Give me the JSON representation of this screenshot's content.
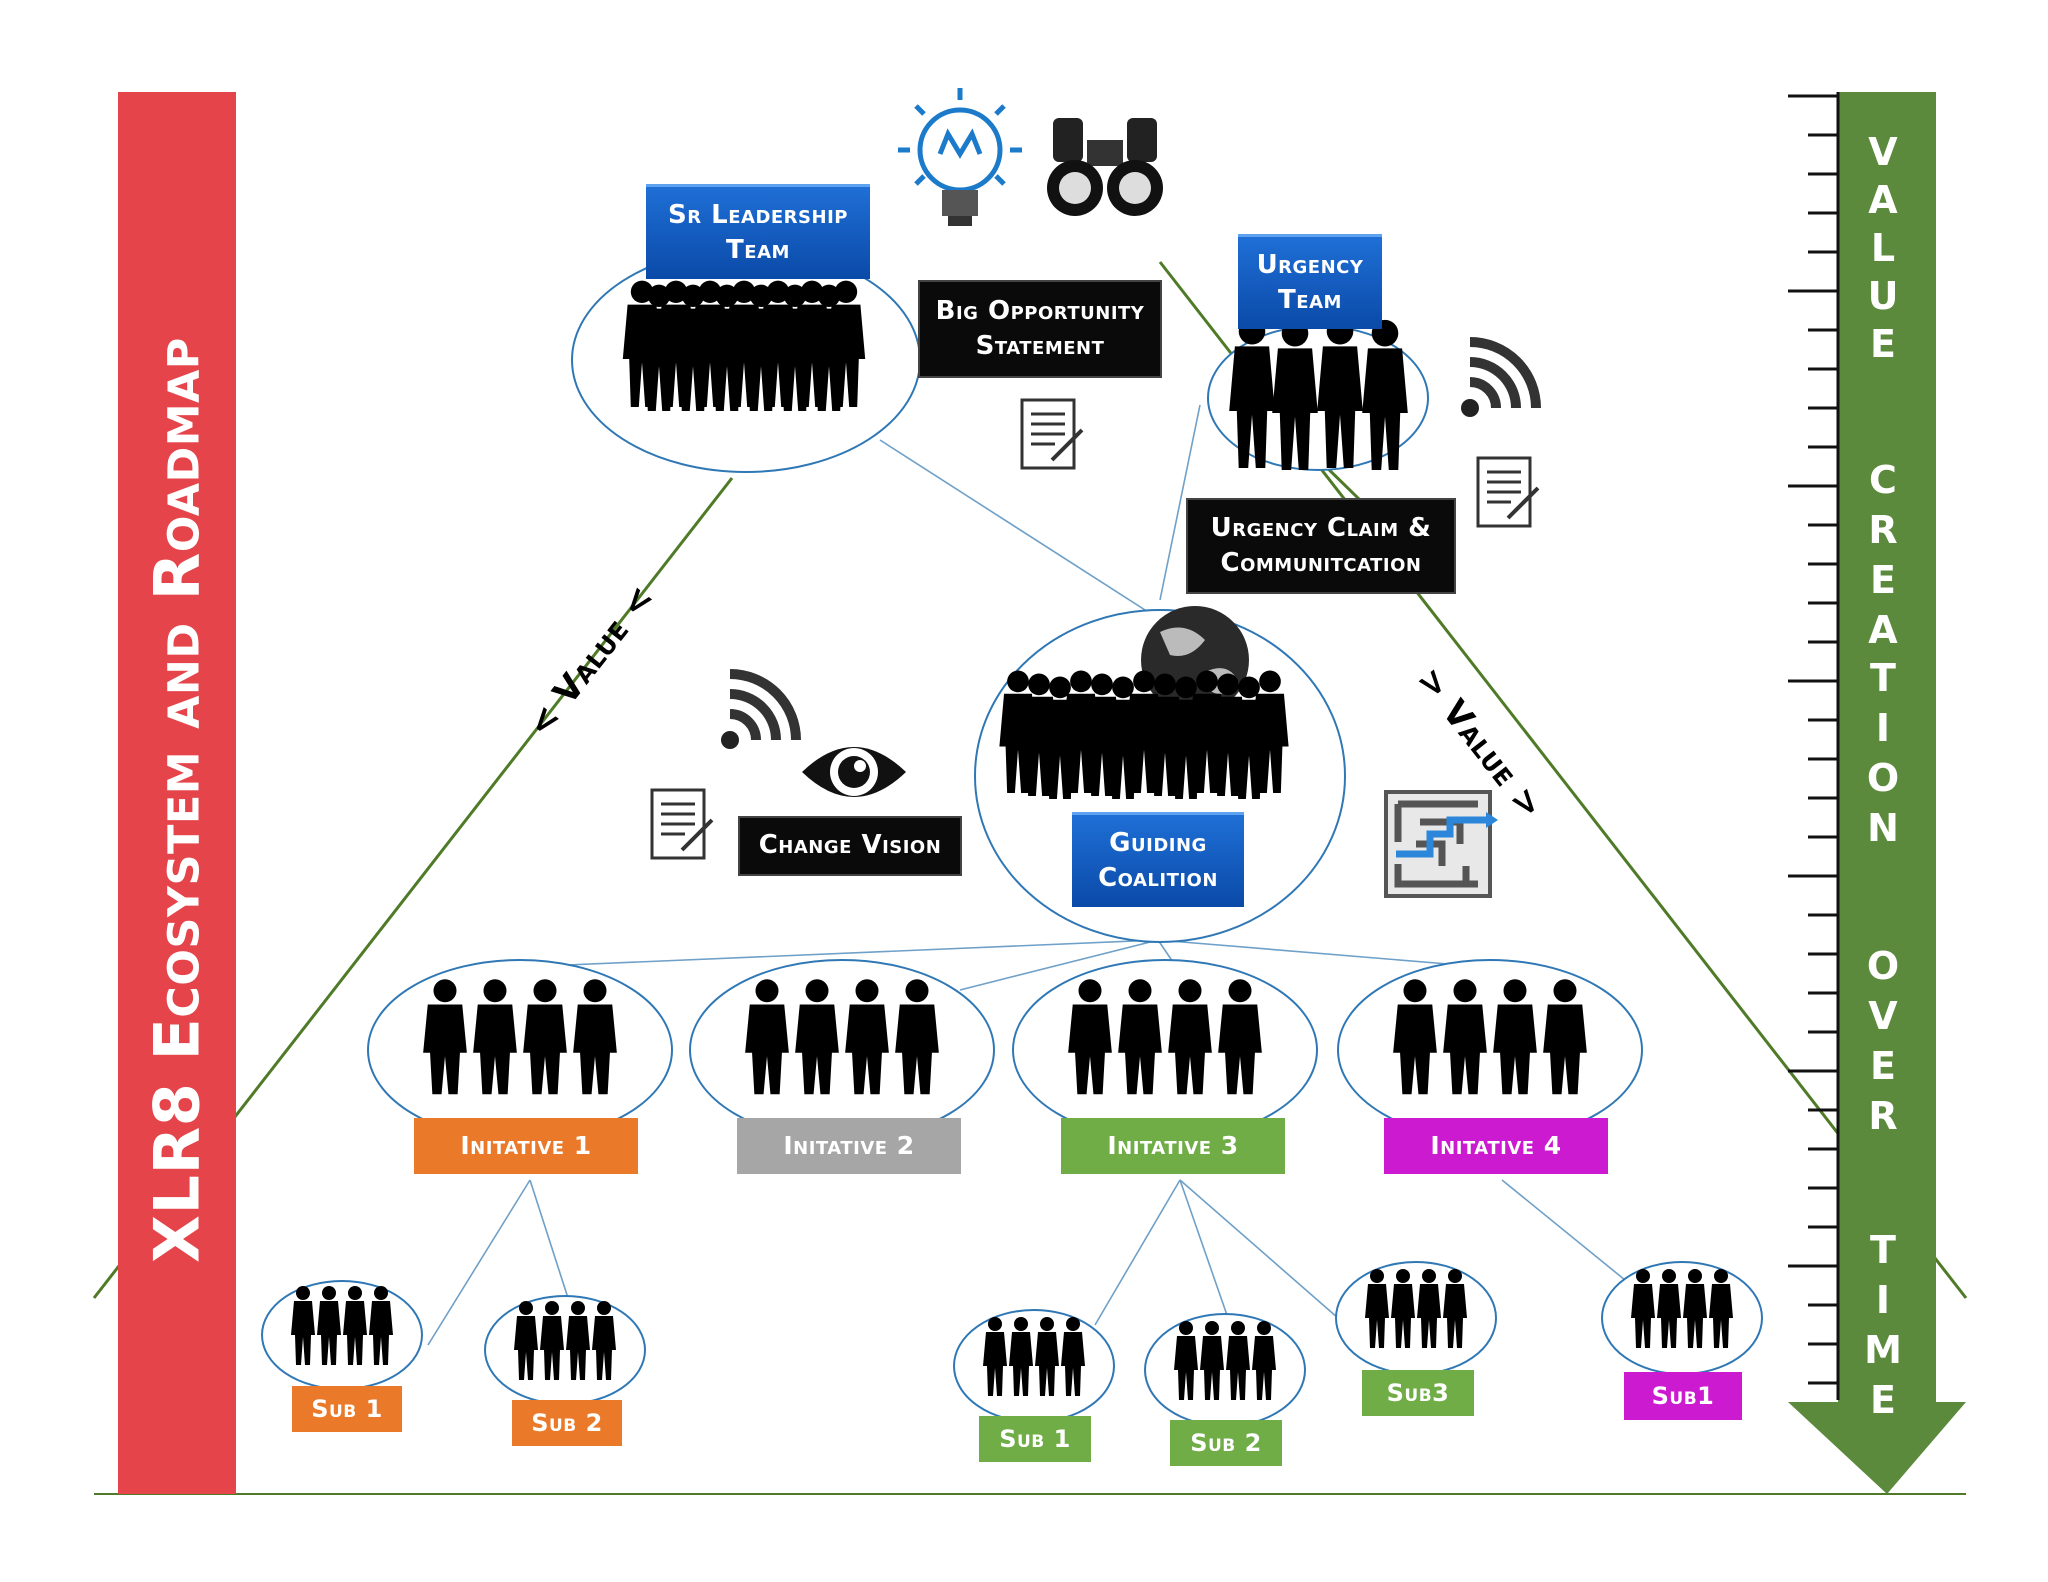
{
  "title": "XLR8 Ecosystem and Roadmap",
  "side_label": "Value Creation Over Time",
  "side_letters": [
    "V",
    "A",
    "L",
    "U",
    "E",
    "C",
    "R",
    "E",
    "A",
    "T",
    "I",
    "O",
    "N",
    "O",
    "V",
    "E",
    "R",
    "T",
    "I",
    "M",
    "E"
  ],
  "value_tag_left": "< Value <",
  "value_tag_right": "> Value >",
  "boxes": {
    "sr_leadership": [
      "Sr Leadership",
      "Team"
    ],
    "big_opportunity": [
      "Big Opportunity",
      "Statement"
    ],
    "urgency_team": [
      "Urgency",
      "Team"
    ],
    "urgency_claim": [
      "Urgency Claim &",
      "Communitcation"
    ],
    "change_vision": "Change Vision",
    "guiding_coalition": [
      "Guiding",
      "Coalition"
    ]
  },
  "initiatives": [
    {
      "label": "Initative 1",
      "color": "#ea7a2a"
    },
    {
      "label": "Initative 2",
      "color": "#a6a6a6"
    },
    {
      "label": "Initative 3",
      "color": "#70ad47"
    },
    {
      "label": "Initative 4",
      "color": "#cc1ad0"
    }
  ],
  "subs": [
    {
      "label": "Sub 1",
      "color": "#ea7a2a"
    },
    {
      "label": "Sub 2",
      "color": "#ea7a2a"
    },
    {
      "label": "Sub 1",
      "color": "#70ad47"
    },
    {
      "label": "Sub 2",
      "color": "#70ad47"
    },
    {
      "label": "Sub3",
      "color": "#70ad47"
    },
    {
      "label": "Sub1",
      "color": "#cc1ad0"
    }
  ],
  "colors": {
    "banner_red": "#e5444a",
    "arrow_green": "#5b8a3c",
    "line_green": "#4f7a28",
    "connector_blue": "#6fa0c8",
    "ellipse_border": "#2f78b5"
  },
  "icons": [
    "lightbulb-icon",
    "binoculars-icon",
    "wifi-icon",
    "document-icon",
    "eye-icon",
    "maze-icon",
    "globe-icon",
    "people-silhouette-icon"
  ]
}
